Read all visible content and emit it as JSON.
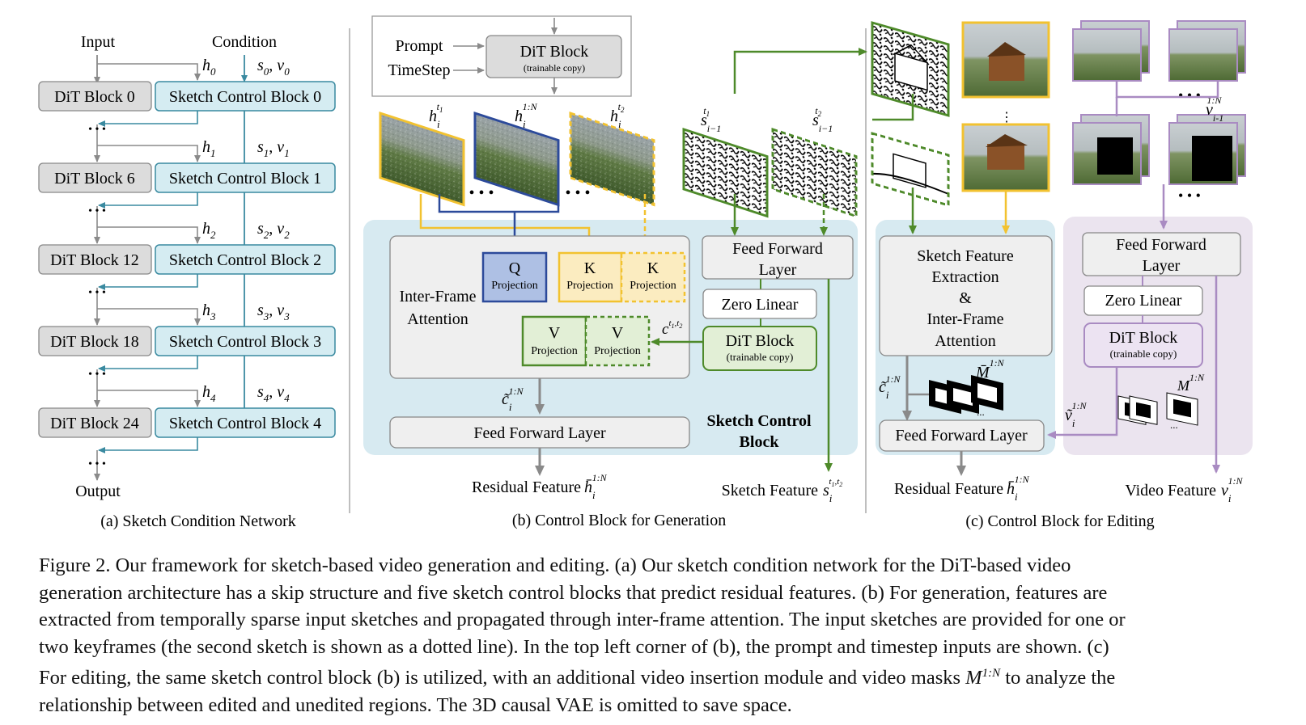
{
  "panel_a": {
    "input_label": "Input",
    "condition_label": "Condition",
    "output_label": "Output",
    "dit_blocks": [
      "DiT Block 0",
      "DiT Block 6",
      "DiT Block 12",
      "DiT Block 18",
      "DiT Block 24"
    ],
    "control_blocks": [
      "Sketch Control Block 0",
      "Sketch Control Block 1",
      "Sketch Control Block 2",
      "Sketch Control Block 3",
      "Sketch Control Block 4"
    ],
    "h_labels": [
      "h",
      "h",
      "h",
      "h",
      "h"
    ],
    "h_subs": [
      "0",
      "1",
      "2",
      "3",
      "4"
    ],
    "sv_labels": [
      "s",
      "s",
      "s",
      "s",
      "s"
    ],
    "sv_subs": [
      "0",
      "1",
      "2",
      "3",
      "4"
    ],
    "dots": "• • •",
    "caption": "(a) Sketch Condition Network"
  },
  "panel_b": {
    "prompt_label": "Prompt",
    "timestep_label": "TimeStep",
    "dit_top_label": "DiT Block",
    "dit_top_sub": "(trainable copy)",
    "q_label": "Q",
    "k_label": "K",
    "v_label": "V",
    "projection": "Projection",
    "inter_frame": "Inter-Frame",
    "attention": "Attention",
    "ffl_right_1": "Feed Forward",
    "ffl_right_2": "Layer",
    "zero_linear": "Zero Linear",
    "dit_inner": "DiT Block",
    "dit_inner_sub": "(trainable copy)",
    "ffl_bottom": "Feed Forward Layer",
    "block_title_1": "Sketch Control",
    "block_title_2": "Block",
    "residual_label": "Residual Feature",
    "sketch_feature_label": "Sketch Feature",
    "dots": "• • •",
    "caption": "(b) Control Block for Generation"
  },
  "panel_c": {
    "sfe_1": "Sketch Feature",
    "sfe_2": "Extraction",
    "sfe_3": "&",
    "sfe_4": "Inter-Frame",
    "sfe_5": "Attention",
    "ffl_left": "Feed Forward Layer",
    "residual_label": "Residual Feature",
    "ffl_right_1": "Feed Forward",
    "ffl_right_2": "Layer",
    "zero_linear": "Zero Linear",
    "dit_label": "DiT Block",
    "dit_sub": "(trainable copy)",
    "video_feature_label": "Video Feature",
    "dots": "• • •",
    "caption": "(c) Control Block for Editing"
  },
  "caption_lines": [
    "Figure 2.  Our framework for sketch-based video generation and editing.  (a) Our sketch condition network for the DiT-based video",
    "generation architecture has a skip structure and five sketch control blocks that predict residual features.  (b) For generation, features are",
    "extracted from temporally sparse input sketches and propagated through inter-frame attention. The input sketches are provided for one or",
    "two keyframes (the second sketch is shown as a dotted line). In the top left corner of (b), the prompt and timestep inputs are shown.  (c)",
    "For editing, the same sketch control block (b) is utilized, with an additional video insertion module and video masks",
    "relationship between edited and unedited regions. The 3D causal VAE is omitted to save space."
  ],
  "caption_mask_symbol": "M",
  "caption_mask_sup": "1:N",
  "caption_line5_tail": "to analyze the",
  "colors": {
    "teal_block": "#d5ecf2",
    "teal_border": "#3a8aa0",
    "gray_block": "#dcdcdc",
    "light_gray": "#f0f0f0",
    "blue_region": "#d7eaf1",
    "yellow": "#f2c230",
    "yellow_fill": "#fbecc0",
    "blue": "#2c4a9a",
    "blue_fill": "#aec0e4",
    "green": "#4e8a2a",
    "green_fill": "#e2efd6",
    "purple": "#a98bc2",
    "purple_fill": "#ece3f2",
    "purple_region": "#ebe4ef"
  }
}
